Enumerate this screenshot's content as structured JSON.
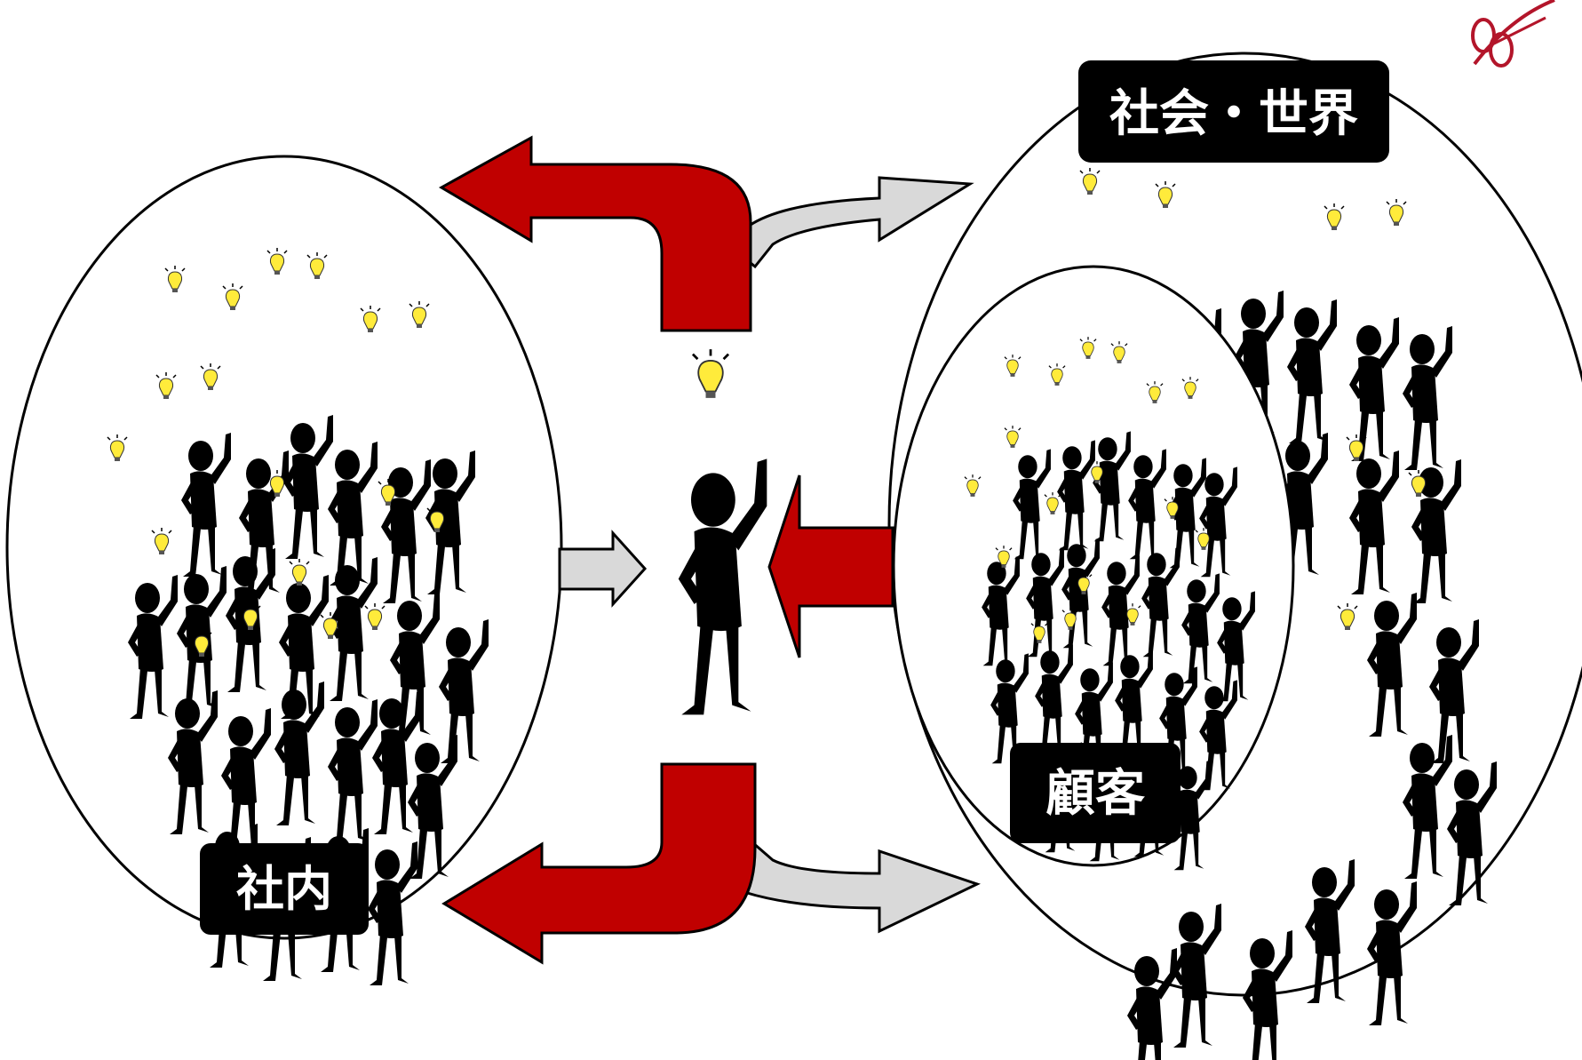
{
  "labels": {
    "internal": "社内",
    "society_world": "社会・世界",
    "customers": "顧客"
  },
  "colors": {
    "red_arrow": "#c00000",
    "gray_arrow": "#d9d9d9",
    "label_bg": "#000000",
    "label_text": "#ffffff",
    "bulb": "#ffeb3b",
    "logo": "#b3152a"
  },
  "icons": {
    "person": "person-raising-hand-icon",
    "bulb": "lightbulb-idea-icon",
    "logo": "brand-logo-icon"
  }
}
